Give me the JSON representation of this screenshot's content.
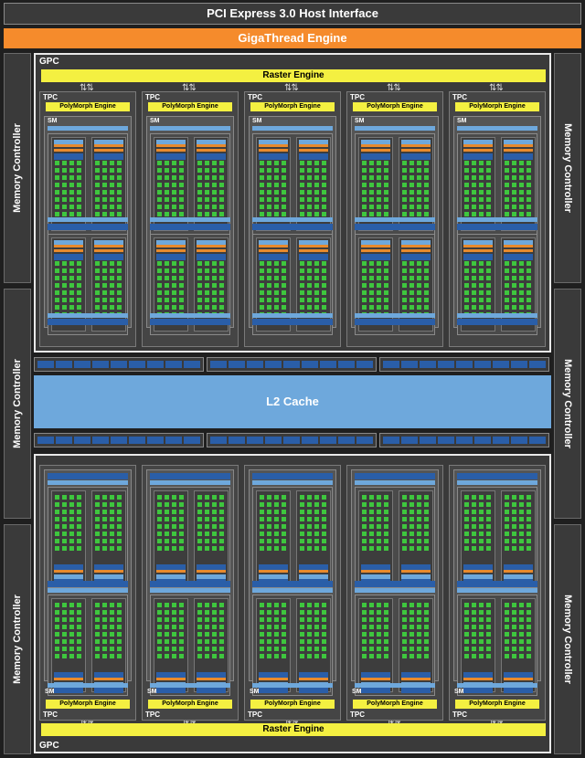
{
  "header": {
    "pcie_label": "PCI Express 3.0 Host Interface",
    "gigathread_label": "GigaThread Engine"
  },
  "memory_controllers": [
    "Memory Controller",
    "Memory Controller",
    "Memory Controller",
    "Memory Controller",
    "Memory Controller",
    "Memory Controller"
  ],
  "gpcs": [
    {
      "label": "GPC",
      "raster_label": "Raster Engine",
      "tpc_count": 5
    },
    {
      "label": "GPC",
      "raster_label": "Raster Engine",
      "tpc_count": 5
    }
  ],
  "tpc": {
    "label": "TPC",
    "polymorph_label": "PolyMorph Engine",
    "sm_label": "SM"
  },
  "l2_cache_label": "L2 Cache",
  "colors": {
    "background": "#1f1f1f",
    "gigathread": "#f58b2c",
    "raster": "#f4f041",
    "cuda_core": "#3ec63e",
    "cache": "#6ea8dc",
    "dark_blue": "#2a5ea8",
    "orange_unit": "#e88a2c"
  },
  "icons": {
    "arrow": "double-arrow-icon"
  }
}
